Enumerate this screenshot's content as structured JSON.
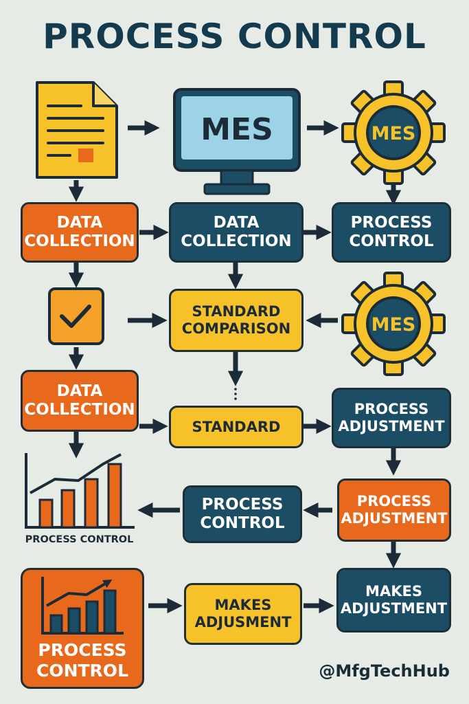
{
  "title": "PROCESS CONTROL",
  "icons": {
    "document": "document-icon",
    "monitor": "monitor-icon",
    "gear": "gear-icon",
    "checkbox": "checkbox-icon",
    "bar_chart": "bar-chart-icon"
  },
  "monitor_text": "MES",
  "gear1_text": "MES",
  "gear2_text": "MES",
  "nodes": {
    "data_collection_1": [
      "DATA",
      "COLLECTION"
    ],
    "data_collection_2": [
      "DATA",
      "COLLECTION"
    ],
    "process_control_1": [
      "PROCESS",
      "CONTROL"
    ],
    "standard_comparison": [
      "STANDARD",
      "COMPARISON"
    ],
    "data_collection_3": [
      "DATA",
      "COLLECTION"
    ],
    "standard": [
      "STANDARD"
    ],
    "process_adjustment_1": [
      "PROCESS",
      "ADJUSTMENT"
    ],
    "process_control_2": [
      "PROCESS",
      "CONTROL"
    ],
    "process_adjustment_2": [
      "PROCESS",
      "ADJUSTMENT"
    ],
    "makes_adjusment": [
      "MAKES",
      "ADJUSMENT"
    ],
    "makes_adjustment": [
      "MAKES",
      "ADJUSTMENT"
    ],
    "process_control_3": [
      "PROCESS",
      "CONTROL"
    ]
  },
  "chart_caption": "PROCESS CONTROL",
  "handle": "@MfgTechHub",
  "colors": {
    "background": "#e6ebe6",
    "orange": "#e8681c",
    "navy": "#1b4d64",
    "yellow": "#f7c12a",
    "dark": "#1b2c38",
    "screen": "#9dd3e6"
  }
}
